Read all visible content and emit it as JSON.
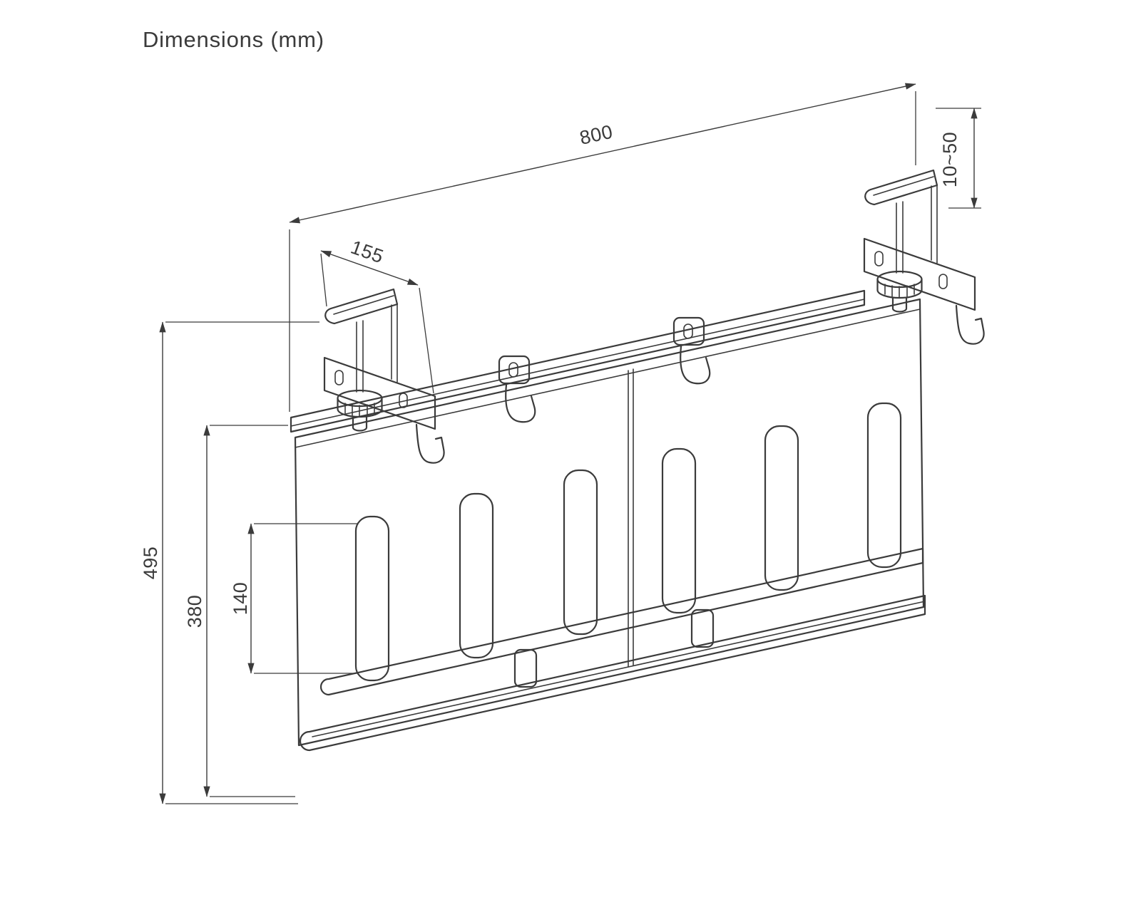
{
  "title": "Dimensions (mm)",
  "unit": "mm",
  "colors": {
    "line": "#3b3b3b",
    "background": "#ffffff"
  },
  "dimensions": {
    "overall_width": "800",
    "desk_thickness_range": "10~50",
    "clamp_depth": "155",
    "overall_height": "495",
    "panel_height": "380",
    "strap_height": "140"
  }
}
